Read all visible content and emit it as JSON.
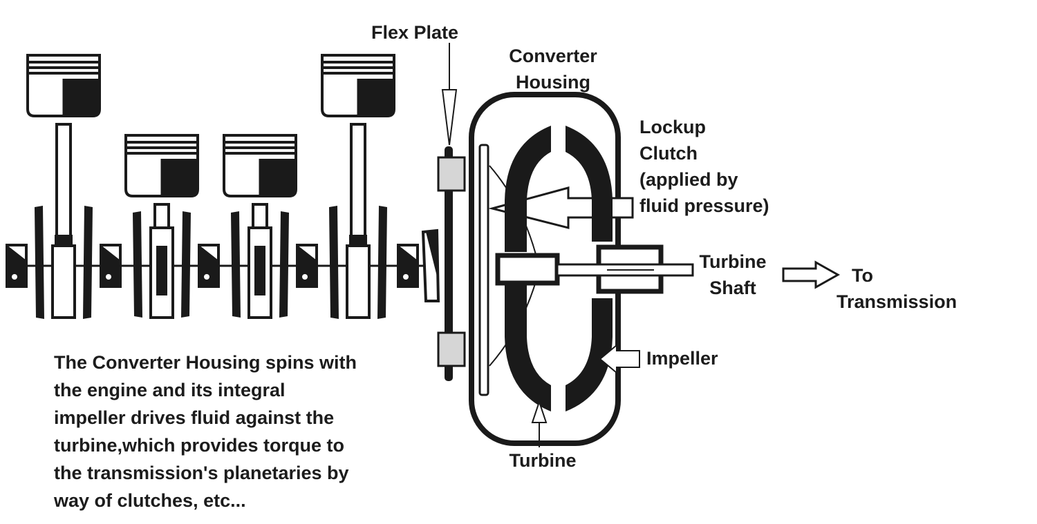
{
  "labels": {
    "flex_plate": "Flex Plate",
    "converter_housing": [
      "Converter",
      "Housing"
    ],
    "lockup_clutch": [
      "Lockup",
      "Clutch",
      "(applied by",
      "fluid pressure)"
    ],
    "turbine_shaft": [
      "Turbine",
      "Shaft"
    ],
    "to_transmission": [
      "To",
      "Transmission"
    ],
    "impeller": "Impeller",
    "turbine": "Turbine"
  },
  "description": [
    "The Converter Housing spins with",
    "the engine and its integral",
    "impeller drives fluid against the",
    "turbine,which provides torque to",
    "the transmission's planetaries by",
    "way of clutches, etc..."
  ],
  "colors": {
    "ink": "#1a1a1a",
    "background": "#ffffff",
    "gray_fill": "#d6d6d6"
  }
}
